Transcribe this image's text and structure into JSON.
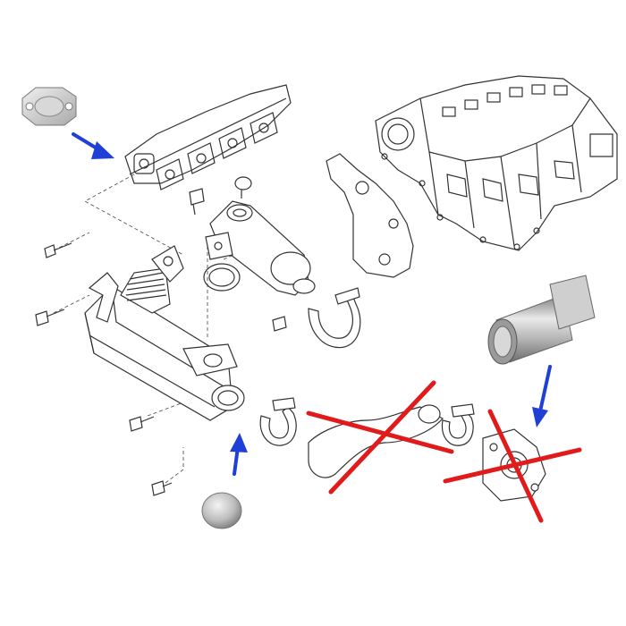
{
  "colors": {
    "background": "#ffffff",
    "line_art": "#333333",
    "annotation_arrow": "#1f3fd6",
    "cross_out": "#e11b1b",
    "metal_light": "#dedede",
    "metal_dark": "#8a8a8a"
  },
  "icons": {
    "blanking_plate": "egr-blanking-plate-photo",
    "bypass_pipe": "egr-bypass-pipe-photo",
    "blanking_cap": "round-blanking-cap-photo"
  }
}
